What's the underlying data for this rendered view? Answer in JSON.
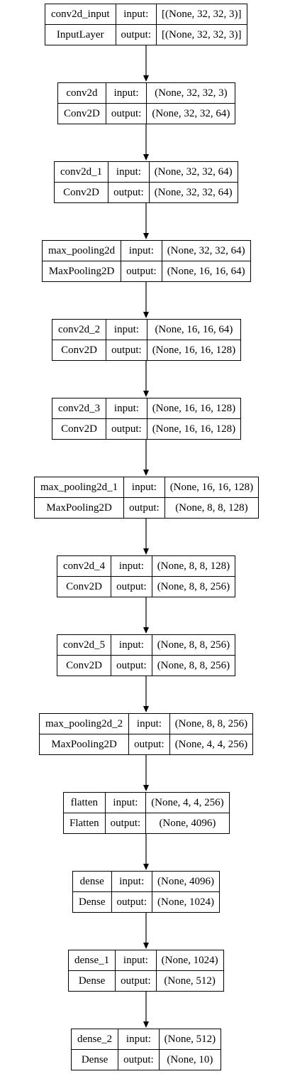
{
  "diagram": {
    "layers": [
      {
        "name": "conv2d_input",
        "type": "InputLayer",
        "input_label": "input:",
        "output_label": "output:",
        "input_shape": "[(None, 32, 32, 3)]",
        "output_shape": "[(None, 32, 32, 3)]"
      },
      {
        "name": "conv2d",
        "type": "Conv2D",
        "input_label": "input:",
        "output_label": "output:",
        "input_shape": "(None, 32, 32, 3)",
        "output_shape": "(None, 32, 32, 64)"
      },
      {
        "name": "conv2d_1",
        "type": "Conv2D",
        "input_label": "input:",
        "output_label": "output:",
        "input_shape": "(None, 32, 32, 64)",
        "output_shape": "(None, 32, 32, 64)"
      },
      {
        "name": "max_pooling2d",
        "type": "MaxPooling2D",
        "input_label": "input:",
        "output_label": "output:",
        "input_shape": "(None, 32, 32, 64)",
        "output_shape": "(None, 16, 16, 64)"
      },
      {
        "name": "conv2d_2",
        "type": "Conv2D",
        "input_label": "input:",
        "output_label": "output:",
        "input_shape": "(None, 16, 16, 64)",
        "output_shape": "(None, 16, 16, 128)"
      },
      {
        "name": "conv2d_3",
        "type": "Conv2D",
        "input_label": "input:",
        "output_label": "output:",
        "input_shape": "(None, 16, 16, 128)",
        "output_shape": "(None, 16, 16, 128)"
      },
      {
        "name": "max_pooling2d_1",
        "type": "MaxPooling2D",
        "input_label": "input:",
        "output_label": "output:",
        "input_shape": "(None, 16, 16, 128)",
        "output_shape": "(None, 8, 8, 128)"
      },
      {
        "name": "conv2d_4",
        "type": "Conv2D",
        "input_label": "input:",
        "output_label": "output:",
        "input_shape": "(None, 8, 8, 128)",
        "output_shape": "(None, 8, 8, 256)"
      },
      {
        "name": "conv2d_5",
        "type": "Conv2D",
        "input_label": "input:",
        "output_label": "output:",
        "input_shape": "(None, 8, 8, 256)",
        "output_shape": "(None, 8, 8, 256)"
      },
      {
        "name": "max_pooling2d_2",
        "type": "MaxPooling2D",
        "input_label": "input:",
        "output_label": "output:",
        "input_shape": "(None, 8, 8, 256)",
        "output_shape": "(None, 4, 4, 256)"
      },
      {
        "name": "flatten",
        "type": "Flatten",
        "input_label": "input:",
        "output_label": "output:",
        "input_shape": "(None, 4, 4, 256)",
        "output_shape": "(None, 4096)"
      },
      {
        "name": "dense",
        "type": "Dense",
        "input_label": "input:",
        "output_label": "output:",
        "input_shape": "(None, 4096)",
        "output_shape": "(None, 1024)"
      },
      {
        "name": "dense_1",
        "type": "Dense",
        "input_label": "input:",
        "output_label": "output:",
        "input_shape": "(None, 1024)",
        "output_shape": "(None, 512)"
      },
      {
        "name": "dense_2",
        "type": "Dense",
        "input_label": "input:",
        "output_label": "output:",
        "input_shape": "(None, 512)",
        "output_shape": "(None, 10)"
      }
    ]
  }
}
